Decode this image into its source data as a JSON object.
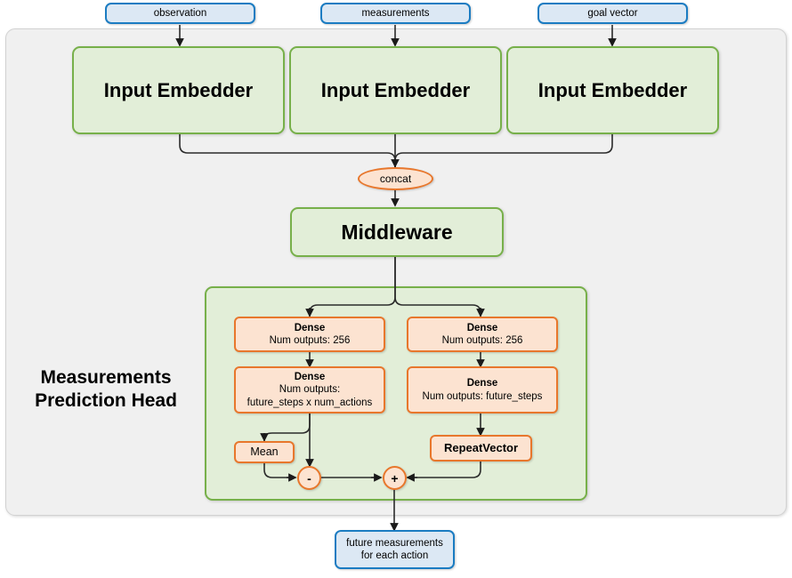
{
  "diagram": {
    "title": "Measurements Prediction Head network architecture",
    "colors": {
      "io_fill": "#dce8f4",
      "io_border": "#1b7cc2",
      "green_fill": "#e2eed8",
      "green_border": "#77b04a",
      "orange_fill": "#fce3d1",
      "orange_border": "#e8772c",
      "container_fill": "#f0f0f0",
      "container_border": "#d2d2d2",
      "wire": "#262626"
    }
  },
  "inputs": [
    {
      "label": "observation"
    },
    {
      "label": "measurements"
    },
    {
      "label": "goal vector"
    }
  ],
  "embedders": [
    {
      "label": "Input Embedder"
    },
    {
      "label": "Input Embedder"
    },
    {
      "label": "Input Embedder"
    }
  ],
  "concat": {
    "label": "concat"
  },
  "middleware": {
    "label": "Middleware"
  },
  "head": {
    "label_line1": "Measurements",
    "label_line2": "Prediction Head",
    "left_branch": {
      "dense1": {
        "title": "Dense",
        "line1": "Num outputs: 256"
      },
      "dense2": {
        "title": "Dense",
        "line1": "Num outputs:",
        "line2": "future_steps x num_actions"
      },
      "mean": {
        "label": "Mean"
      },
      "op": {
        "label": "-"
      }
    },
    "right_branch": {
      "dense1": {
        "title": "Dense",
        "line1": "Num outputs: 256"
      },
      "dense2": {
        "title": "Dense",
        "line1": "Num outputs: future_steps"
      },
      "repeat_vector": {
        "label": "RepeatVector"
      },
      "op": {
        "label": "+"
      }
    }
  },
  "output": {
    "line1": "future measurements",
    "line2": "for each action"
  }
}
